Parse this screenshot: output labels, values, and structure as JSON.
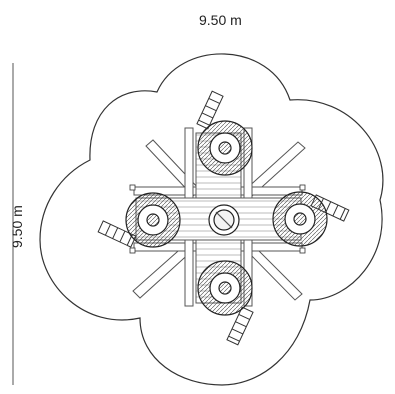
{
  "dimensions": {
    "width_label": "9.50 m",
    "height_label": "9.50 m"
  },
  "structure": {
    "towers": [
      "north-tower",
      "west-tower",
      "east-tower",
      "south-tower"
    ],
    "center": "central-hub",
    "ladders": 4,
    "outline": "four-lobe-safety-zone"
  },
  "colors": {
    "line": "#333333",
    "beam": "#6b6b6b",
    "fill": "#ffffff"
  }
}
